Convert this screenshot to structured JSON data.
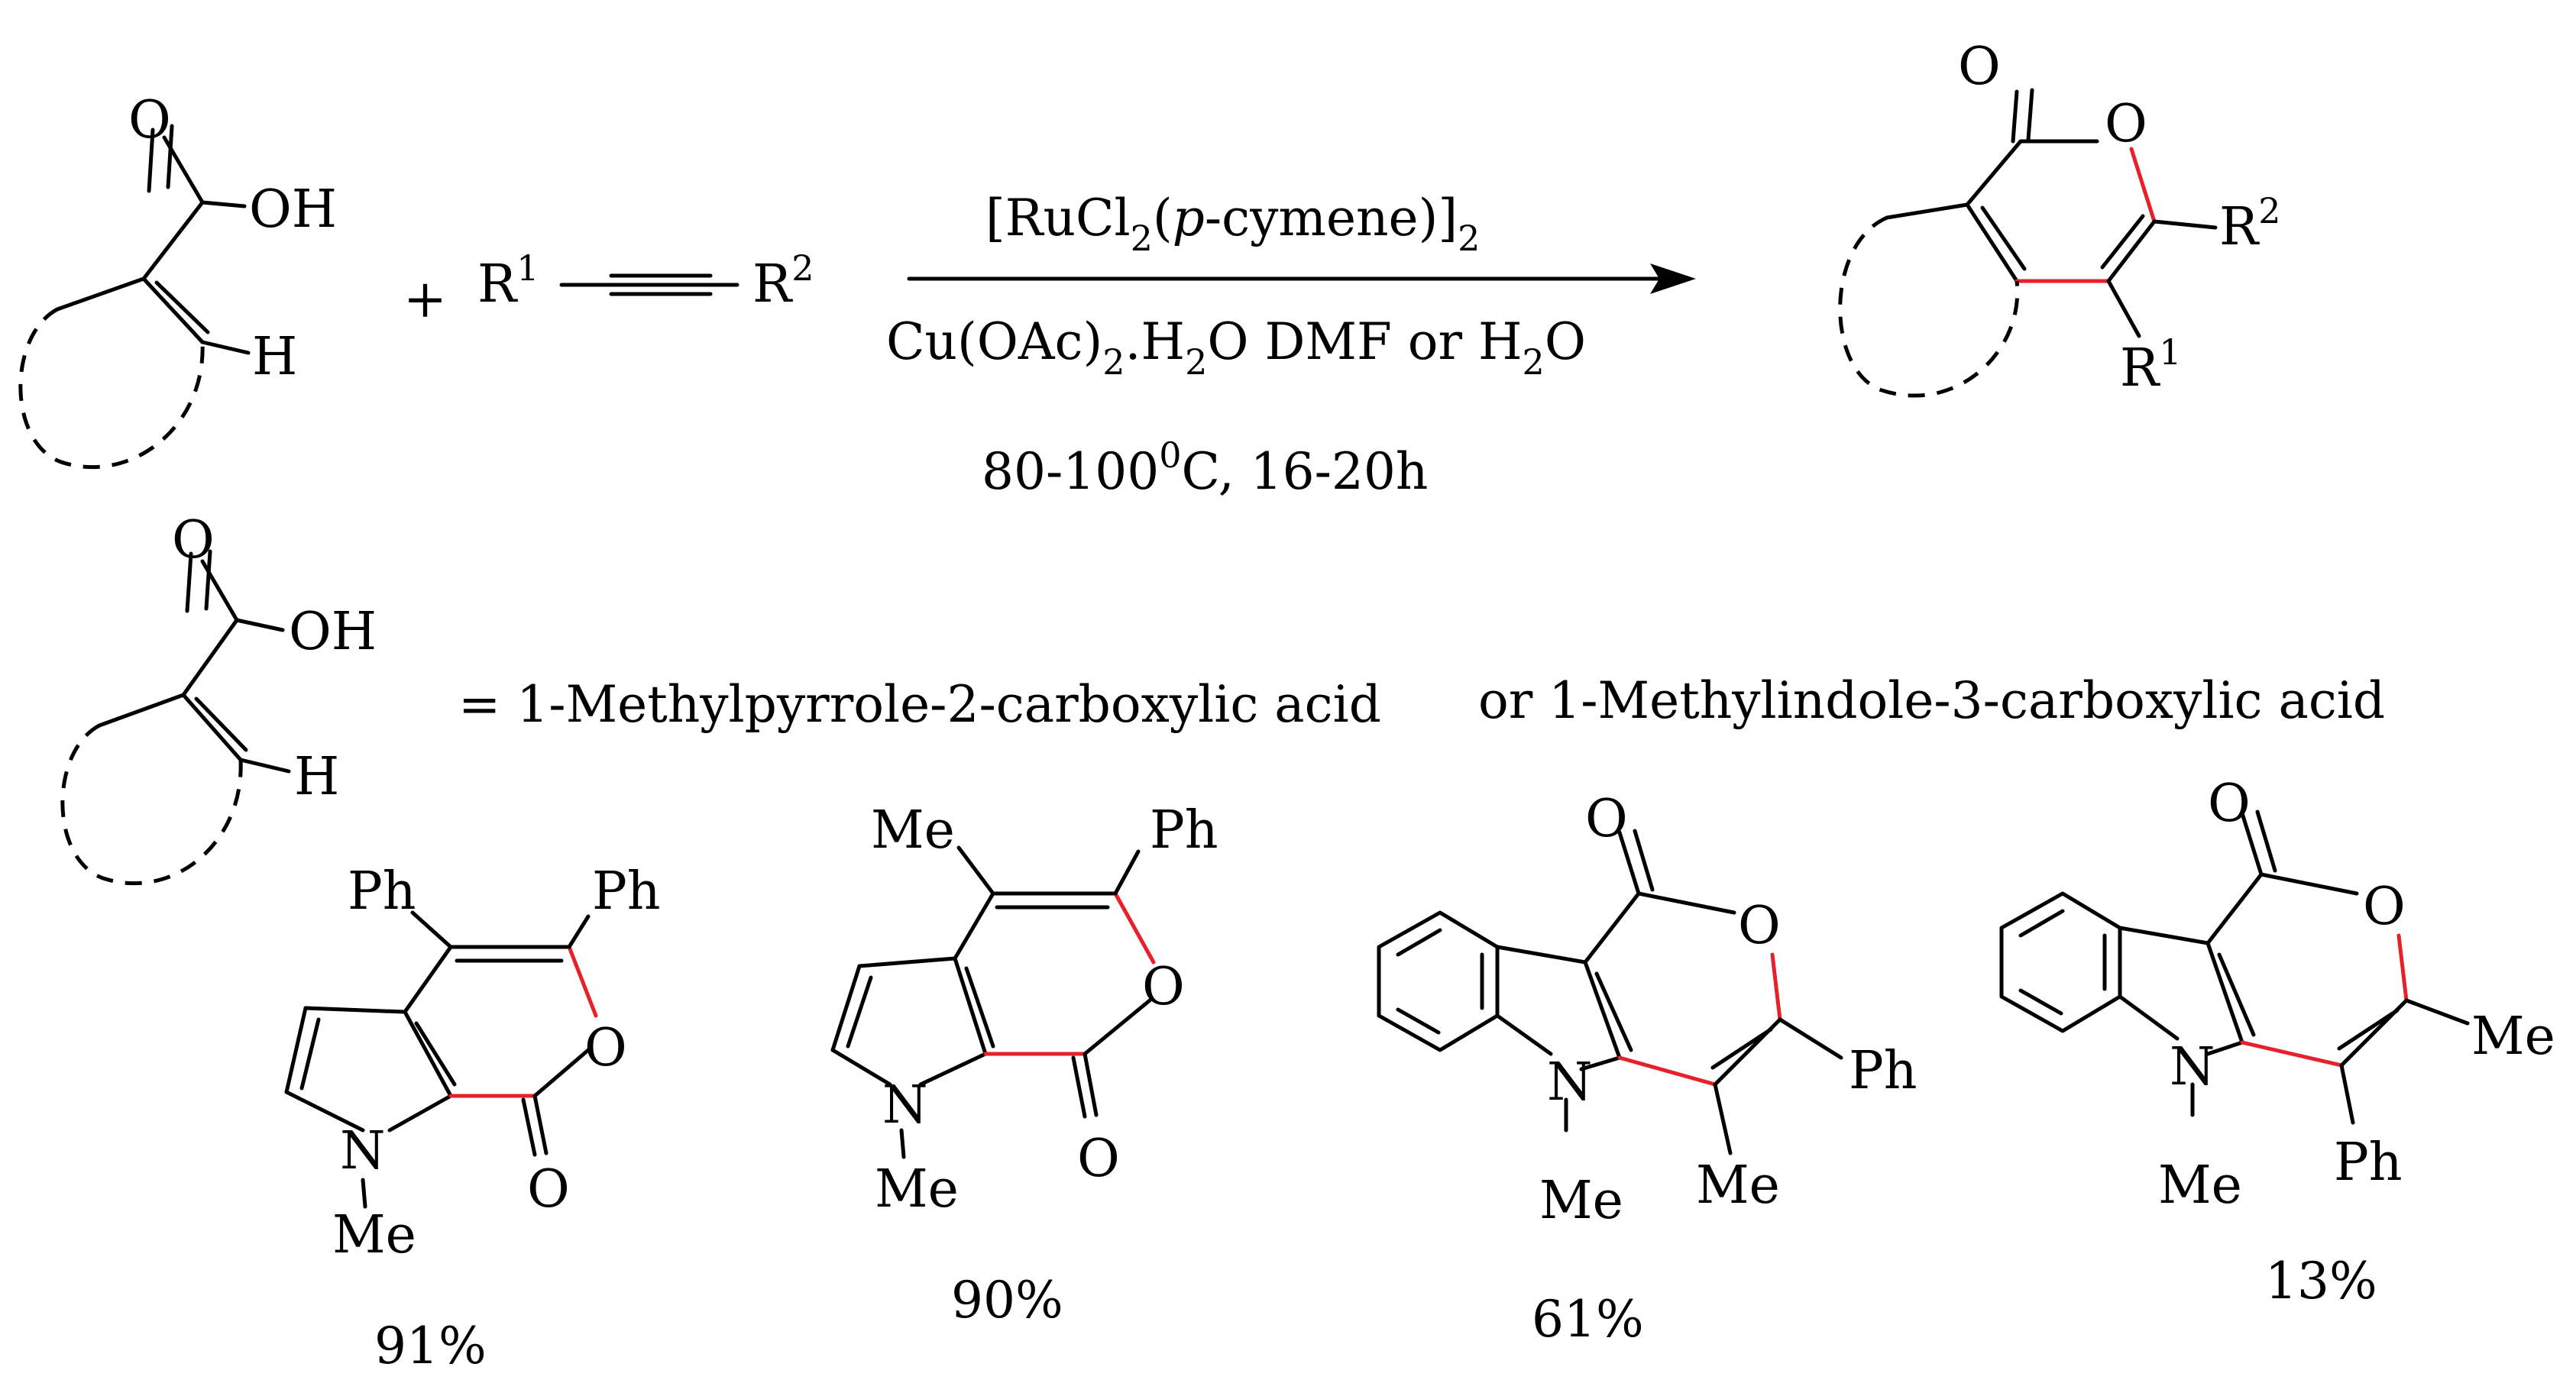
{
  "atoms": {
    "O": "O",
    "OH": "OH",
    "H": "H",
    "N": "N",
    "Me": "Me",
    "Ph": "Ph",
    "R": "R",
    "one": "1",
    "two": "2"
  },
  "reaction": {
    "plus": "+",
    "arrow_color": "#000000",
    "new_bond_color": "#e8202a"
  },
  "conditions": {
    "catalyst_main": "[RuCl",
    "catalyst_sub2": "2",
    "catalyst_open": "(",
    "catalyst_p": "p",
    "catalyst_rest": "-cymene)]",
    "catalyst_sub2b": "2",
    "oxidant_main": "Cu(OAc)",
    "oxidant_sub": "2",
    "oxidant_rest": ".H",
    "oxidant_sub2": "2",
    "oxidant_tail": "O DMF or H",
    "oxidant_sub3": "2",
    "oxidant_end": "O",
    "temp_main": "80-100",
    "temp_sup": "0",
    "temp_rest": "C, 16-20h"
  },
  "definition": {
    "text_a": "= 1-Methylpyrrole-2-carboxylic acid",
    "text_b": "or 1-Methylindole-3-carboxylic acid"
  },
  "products": [
    {
      "yield": "91%"
    },
    {
      "yield": "90%"
    },
    {
      "yield": "61%"
    },
    {
      "yield": "13%"
    }
  ]
}
